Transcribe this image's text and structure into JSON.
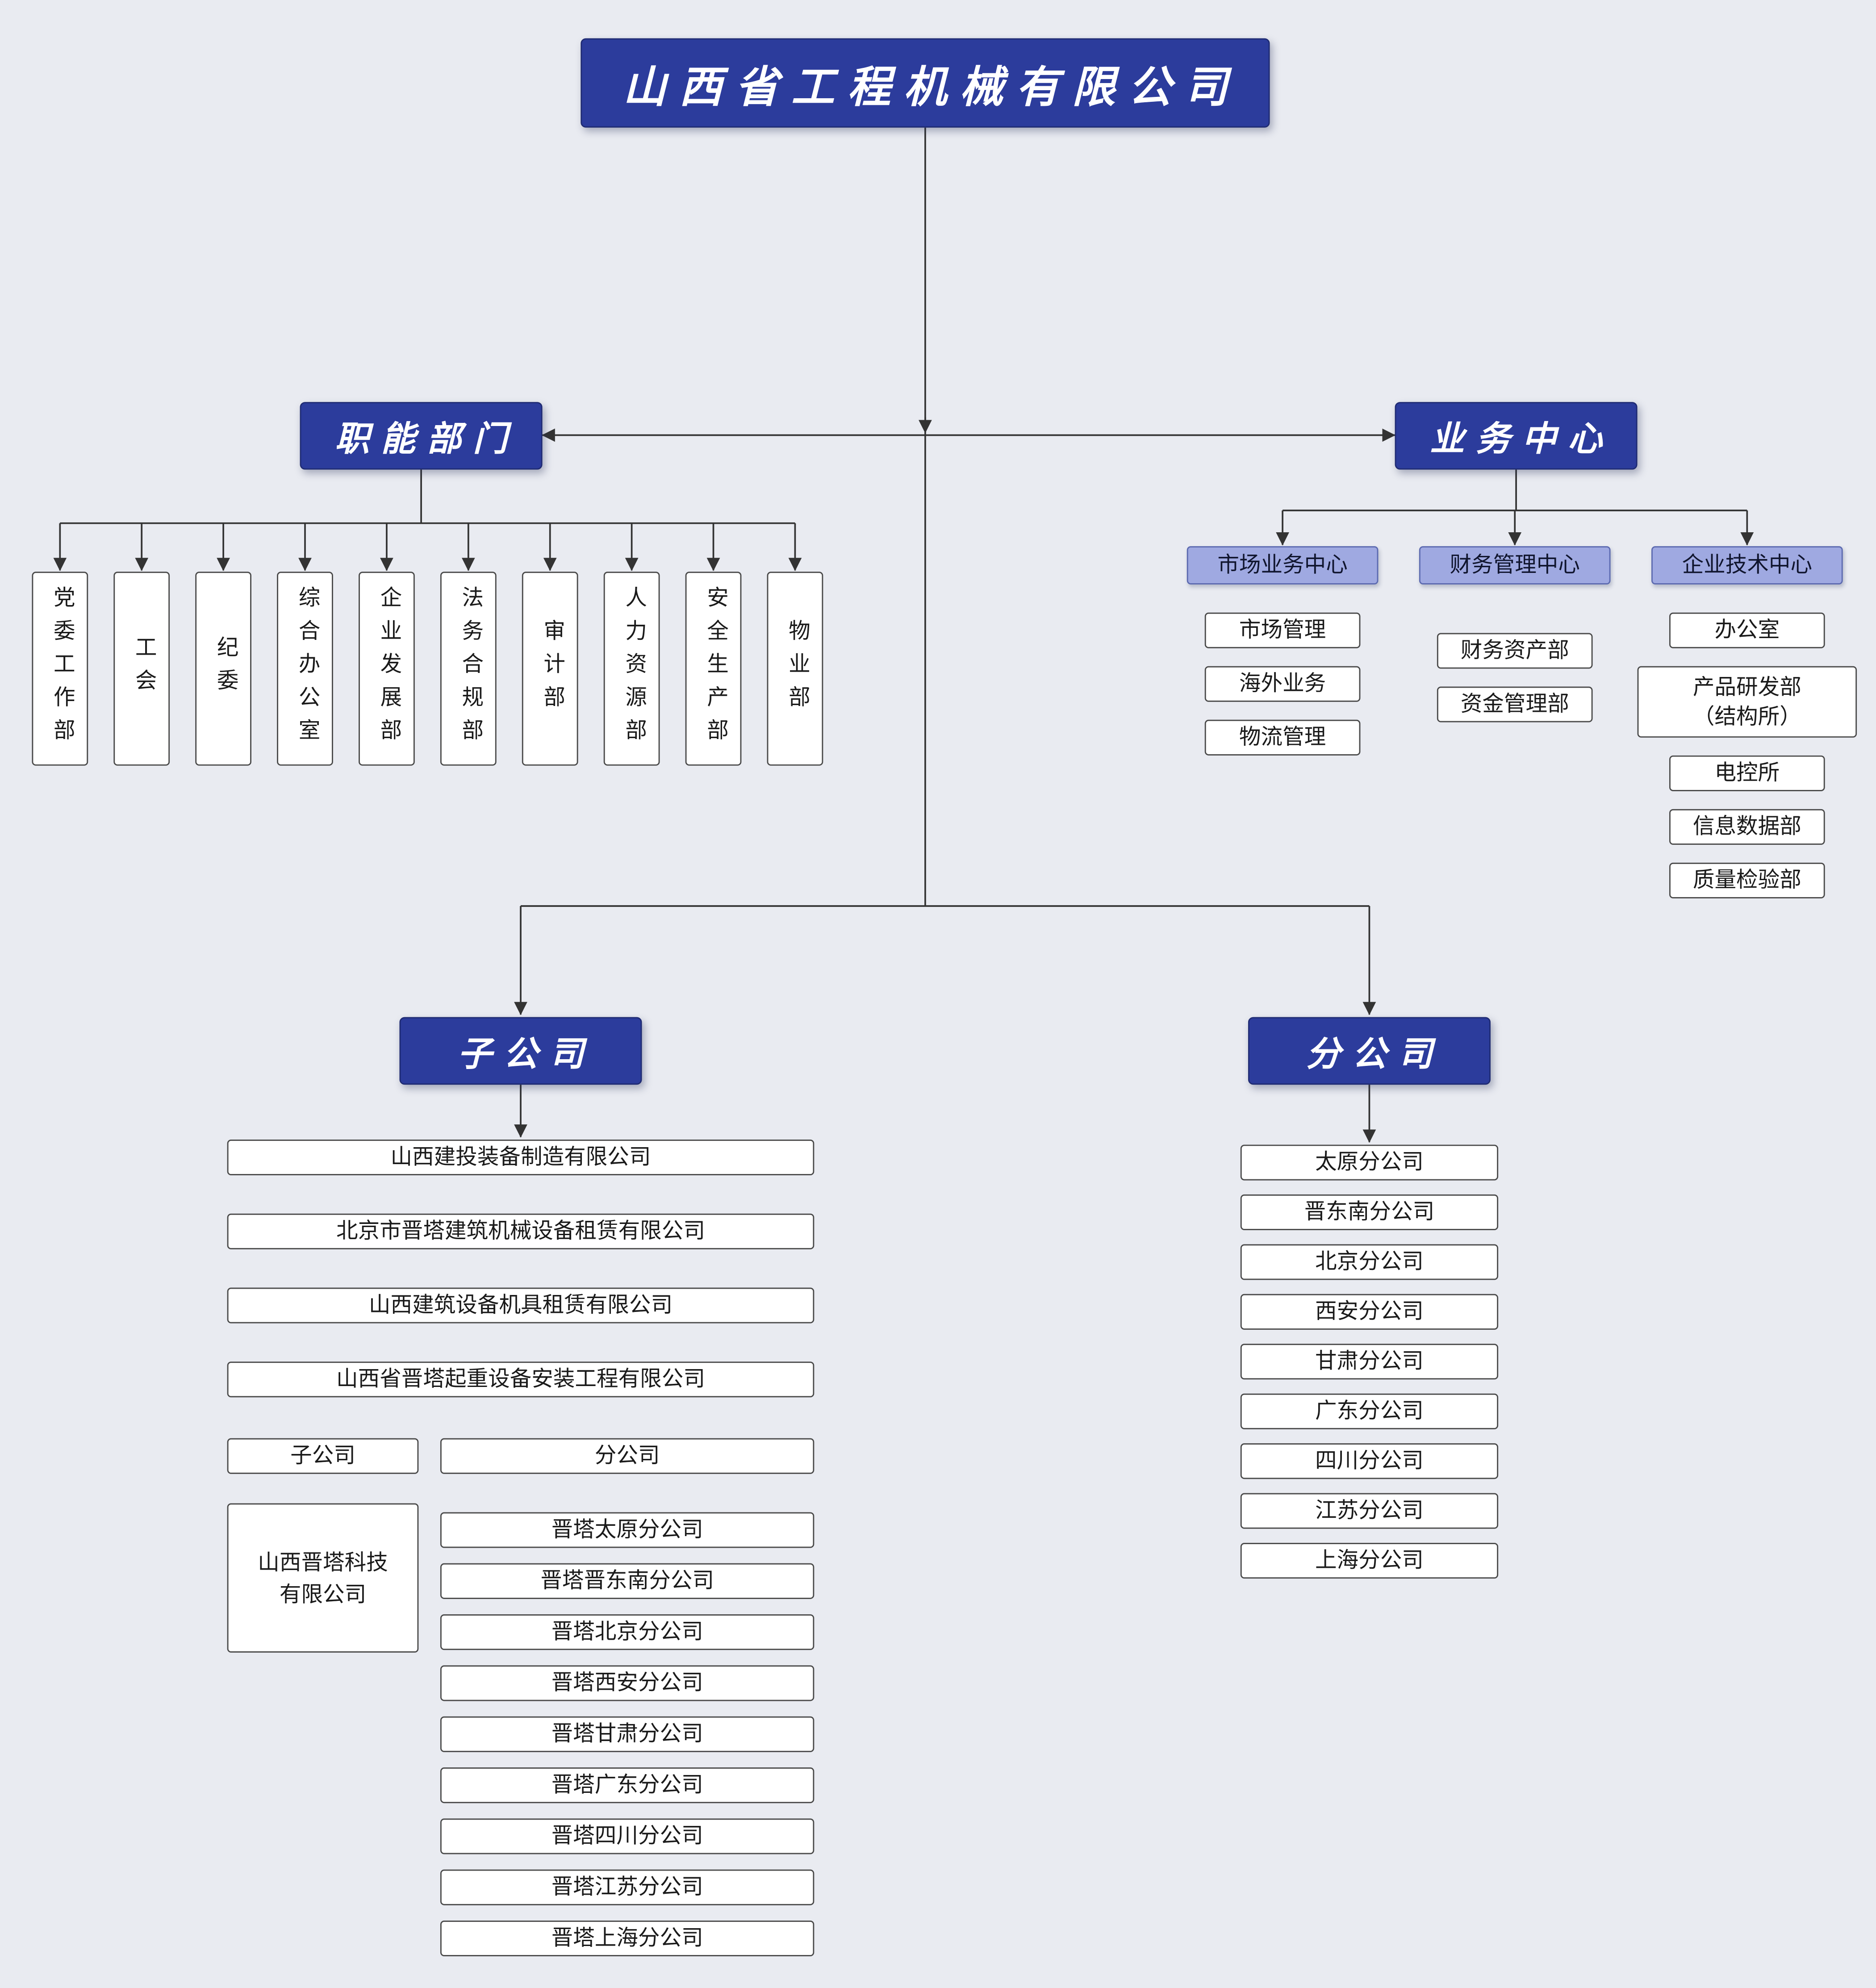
{
  "root": {
    "title": "山西省工程机械有限公司"
  },
  "functional": {
    "label": "职能部门",
    "departments": [
      "党委工作部",
      "工会",
      "纪委",
      "综合办公室",
      "企业发展部",
      "法务合规部",
      "审计部",
      "人力资源部",
      "安全生产部",
      "物业部"
    ]
  },
  "business": {
    "label": "业务中心",
    "centers": [
      {
        "label": "市场业务中心",
        "items": [
          "市场管理",
          "海外业务",
          "物流管理"
        ]
      },
      {
        "label": "财务管理中心",
        "items": [
          "财务资产部",
          "资金管理部"
        ]
      },
      {
        "label": "企业技术中心",
        "items": [
          "办公室",
          "产品研发部\n（结构所）",
          "电控所",
          "信息数据部",
          "质量检验部"
        ]
      }
    ]
  },
  "subsidiaries": {
    "label": "子公司",
    "companies": [
      "山西建投装备制造有限公司",
      "北京市晋塔建筑机械设备租赁有限公司",
      "山西建筑设备机具租赁有限公司",
      "山西省晋塔起重设备安装工程有限公司"
    ],
    "jinta": {
      "sub_label": "子公司",
      "branch_label": "分公司",
      "sub_company": "山西晋塔科技\n有限公司",
      "branches": [
        "晋塔太原分公司",
        "晋塔晋东南分公司",
        "晋塔北京分公司",
        "晋塔西安分公司",
        "晋塔甘肃分公司",
        "晋塔广东分公司",
        "晋塔四川分公司",
        "晋塔江苏分公司",
        "晋塔上海分公司"
      ]
    }
  },
  "branches": {
    "label": "分公司",
    "companies": [
      "太原分公司",
      "晋东南分公司",
      "北京分公司",
      "西安分公司",
      "甘肃分公司",
      "广东分公司",
      "四川分公司",
      "江苏分公司",
      "上海分公司"
    ]
  },
  "colors": {
    "page-bg": "#e9ebf1",
    "header-bg": "#2c3c9c",
    "header-border": "#1f2b73",
    "subcenter-bg": "#9fa9e1",
    "subcenter-border": "#5c6ab0",
    "line": "#333333",
    "box-border": "#4a4a4a",
    "text": "#1a1a1a"
  }
}
